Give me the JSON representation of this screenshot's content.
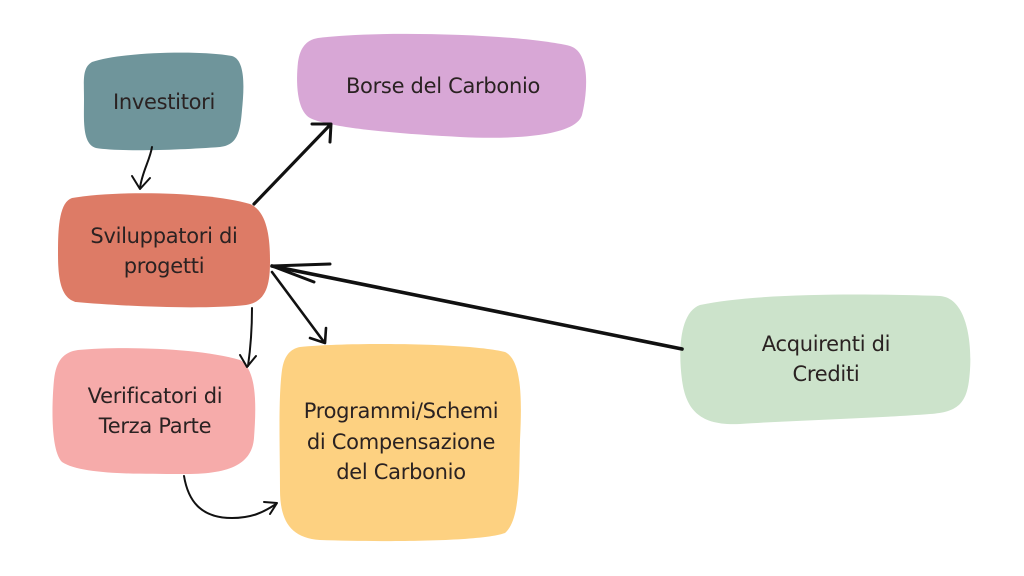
{
  "diagram": {
    "nodes": [
      {
        "id": "investitori",
        "label": "Investitori",
        "color": "#6f959b"
      },
      {
        "id": "borse",
        "label": "Borse del Carbonio",
        "color": "#d8a7d6"
      },
      {
        "id": "sviluppatori",
        "label": "Sviluppatori di progetti",
        "lines": [
          "Sviluppatori di",
          "progetti"
        ],
        "color": "#dd7b66"
      },
      {
        "id": "verificatori",
        "label": "Verificatori di Terza Parte",
        "lines": [
          "Verificatori di",
          "Terza Parte"
        ],
        "color": "#f6abaa"
      },
      {
        "id": "programmi",
        "label": "Programmi/Schemi di Compensazione del Carbonio",
        "lines": [
          "Programmi/Schemi",
          "di Compensazione",
          "del Carbonio"
        ],
        "color": "#fdd181"
      },
      {
        "id": "acquirenti",
        "label": "Acquirenti di Crediti",
        "lines": [
          "Acquirenti di",
          "Crediti"
        ],
        "color": "#cce3cb"
      }
    ],
    "edges": [
      {
        "from": "investitori",
        "to": "sviluppatori"
      },
      {
        "from": "sviluppatori",
        "to": "borse"
      },
      {
        "from": "sviluppatori",
        "to": "verificatori"
      },
      {
        "from": "sviluppatori",
        "to": "programmi"
      },
      {
        "from": "verificatori",
        "to": "programmi"
      },
      {
        "from": "acquirenti",
        "to": "sviluppatori"
      }
    ],
    "edge_color": "#111111"
  }
}
